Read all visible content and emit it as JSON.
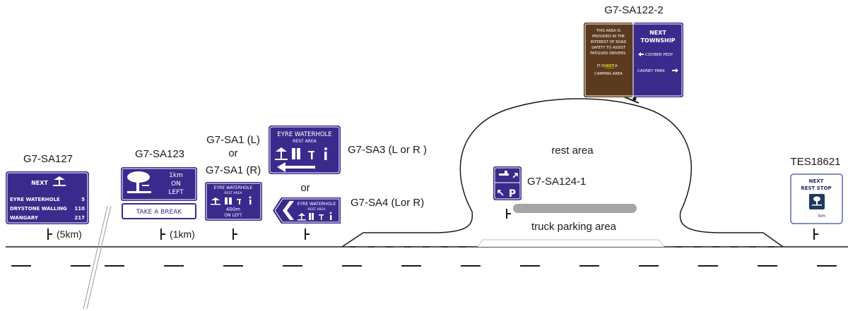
{
  "labels": {
    "g7_sa127": "G7-SA127",
    "g7_sa123": "G7-SA123",
    "g7_sa1_l": "G7-SA1 (L)",
    "or_1": "or",
    "g7_sa1_r": "G7-SA1 (R)",
    "g7_sa3": "G7-SA3 (L or R )",
    "or_2": "or",
    "g7_sa4": "G7-SA4 (Lor R)",
    "g7_sa122_2": "G7-SA122-2",
    "g7_sa124_1": "G7-SA124-1",
    "tes18621": "TES18621",
    "rest_area": "rest area",
    "truck_parking": "truck parking area",
    "dist_5km": "(5km)",
    "dist_1km": "(1km)"
  },
  "signs": {
    "sa127": {
      "heading": "NEXT",
      "rows": [
        {
          "name": "EYRE WATERHOLE",
          "km": "5"
        },
        {
          "name": "DRYSTONE WALLING",
          "km": "110"
        },
        {
          "name": "WANGARY",
          "km": "217"
        }
      ]
    },
    "sa123": {
      "dist": "1km",
      "line2": "ON",
      "line3": "LEFT",
      "plate": "TAKE A BREAK"
    },
    "sa1": {
      "title": "EYRE WATERHOLE",
      "sub": "REST AREA",
      "dist": "400m",
      "side": "ON LEFT"
    },
    "sa3": {
      "title": "EYRE WATERHOLE",
      "sub": "REST AREA"
    },
    "sa4": {
      "title": "EYRE WATERHOLE",
      "sub": "REST AREA"
    },
    "sa122": {
      "left_lines": [
        "THIS AREA IS",
        "PROVIDED IN THE",
        "INTEREST OF ROAD",
        "SAFETY TO ASSIST",
        "FATIGUED DRIVERS."
      ],
      "it_is": "IT IS",
      "not": "NOT",
      "a": "A",
      "camping": "CAMPING AREA",
      "right_l1": "NEXT",
      "right_l2": "TOWNSHIP",
      "dest1": "COOBER PEDY",
      "dest2": "CADNEY PARK"
    },
    "sa124": {
      "p": "P"
    },
    "tes": {
      "l1": "NEXT",
      "l2": "REST STOP",
      "unit": "km"
    }
  },
  "colors": {
    "sign_blue": "#3b2a8c",
    "sign_brown": "#5b3a1e",
    "road": "#1a1a1a",
    "truck_bar": "#a6a6a6"
  }
}
